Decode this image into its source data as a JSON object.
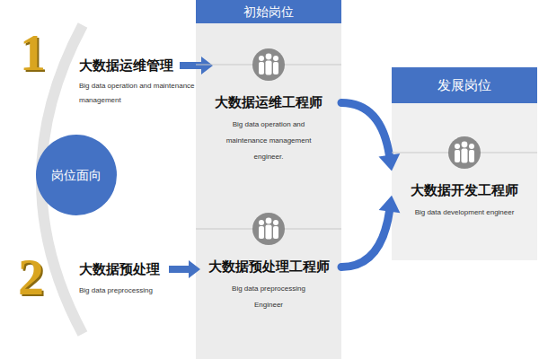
{
  "diagram": {
    "nodes": [
      {
        "text": [
          "初始岗位"
        ]
      },
      {
        "text": [
          "大数据运维工程师",
          "Big data operation and maintenance management engineer."
        ],
        "in": 0
      },
      {
        "text": [
          "大数据预处理工程师",
          "Big data preprocessing Engineer"
        ],
        "in": 0
      },
      {
        "text": [
          "发展岗位"
        ]
      },
      {
        "text": [
          "大数据开发工程师",
          "Big data development engineer"
        ],
        "in": 3
      },
      {
        "text": [
          "岗位面向"
        ]
      }
    ],
    "edges": [
      {
        "from": 1,
        "to": 4,
        "arrow": "to"
      },
      {
        "from": 2,
        "to": 4,
        "arrow": "to"
      }
    ],
    "labels": [
      "1",
      "大数据运维管理",
      "Big data operation and maintenance management",
      "2",
      "大数据预处理",
      "Big data preprocessing"
    ]
  }
}
